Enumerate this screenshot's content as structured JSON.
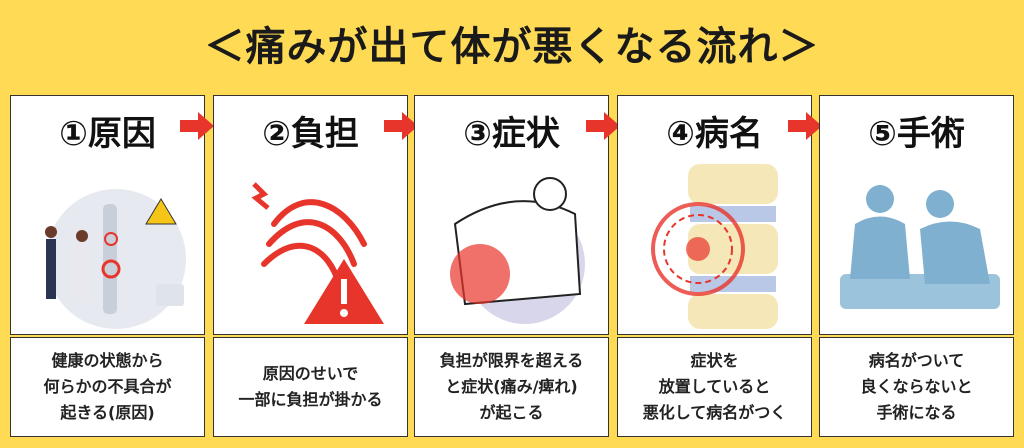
{
  "title": "＜痛みが出て体が悪くなる流れ＞",
  "colors": {
    "background": "#FFDB55",
    "arrow": "#E8352B",
    "accent_red": "#E8352B"
  },
  "steps": [
    {
      "label": "①原因",
      "caption": "健康の状態から\n何らかの不具合が\n起きる(原因)",
      "icon": "people-spine-illustration"
    },
    {
      "label": "②負担",
      "caption": "原因のせいで\n一部に負担が掛かる",
      "icon": "strain-warning-illustration"
    },
    {
      "label": "③症状",
      "caption": "負担が限界を超える\nと症状(痛み/痺れ)\nが起こる",
      "icon": "back-pain-illustration"
    },
    {
      "label": "④病名",
      "caption": "症状を\n放置していると\n悪化して病名がつく",
      "icon": "spine-disc-illustration"
    },
    {
      "label": "⑤手術",
      "caption": "病名がついて\n良くならないと\n手術になる",
      "icon": "surgeons-illustration"
    }
  ]
}
